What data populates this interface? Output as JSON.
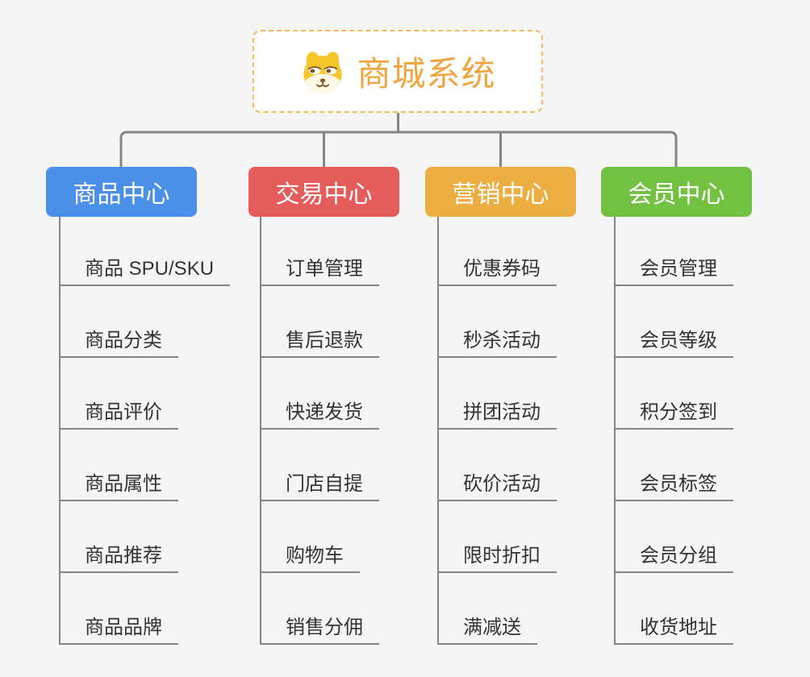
{
  "root": {
    "title": "商城系统",
    "icon": "shiba-dog-icon"
  },
  "branches": [
    {
      "label": "商品中心",
      "color": "#4A90E8",
      "children": [
        "商品 SPU/SKU",
        "商品分类",
        "商品评价",
        "商品属性",
        "商品推荐",
        "商品品牌"
      ]
    },
    {
      "label": "交易中心",
      "color": "#E65C5B",
      "children": [
        "订单管理",
        "售后退款",
        "快递发货",
        "门店自提",
        "购物车",
        "销售分佣"
      ]
    },
    {
      "label": "营销中心",
      "color": "#ECAD41",
      "children": [
        "优惠券码",
        "秒杀活动",
        "拼团活动",
        "砍价活动",
        "限时折扣",
        "满减送"
      ]
    },
    {
      "label": "会员中心",
      "color": "#72C141",
      "children": [
        "会员管理",
        "会员等级",
        "积分签到",
        "会员标签",
        "会员分组",
        "收货地址"
      ]
    }
  ],
  "colors": {
    "canvas_background": "#F5F5F5",
    "connector_line": "#858585",
    "root_text": "#EFA63F",
    "root_border": "#F3BA55",
    "child_text": "#333333"
  }
}
